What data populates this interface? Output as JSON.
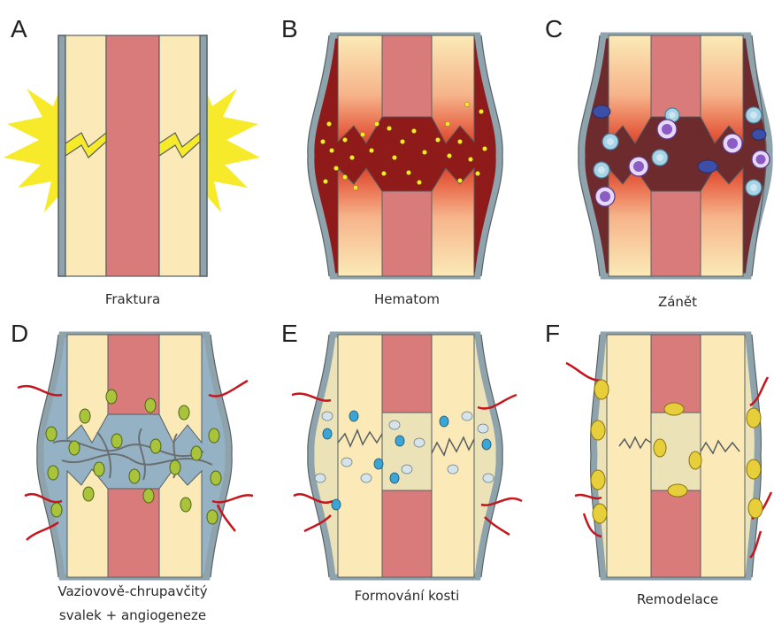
{
  "figure": {
    "panels": [
      {
        "letter": "A",
        "caption_lines": [
          "Fraktura"
        ]
      },
      {
        "letter": "B",
        "caption_lines": [
          "Hematom"
        ]
      },
      {
        "letter": "C",
        "caption_lines": [
          "Zánět"
        ]
      },
      {
        "letter": "D",
        "caption_lines": [
          "Vaziovově-chrupavčitý",
          "svalek + angiogeneze"
        ]
      },
      {
        "letter": "E",
        "caption_lines": [
          "Formování kosti"
        ]
      },
      {
        "letter": "F",
        "caption_lines": [
          "Remodelace"
        ]
      }
    ],
    "colors": {
      "cortex": "#fbeab7",
      "marrow": "#d97b7b",
      "periosteum": "#8fa3ad",
      "outline": "#555f63",
      "fracture_glow": "#f6ea2a",
      "hematoma": "#8e1a1a",
      "inflammation": "#6e2b2e",
      "fibrocartilage": "#94b2c3",
      "woven_bone": "#ece2b8",
      "vessel": "#c4161c",
      "chondrocyte": "#a9c43a",
      "osteoblast": "#3aa6d8",
      "osteoclast": "#e6cf3a",
      "immune_cell_light": "#a7d3e6",
      "immune_cell_purple": "#8b5cc4"
    }
  }
}
